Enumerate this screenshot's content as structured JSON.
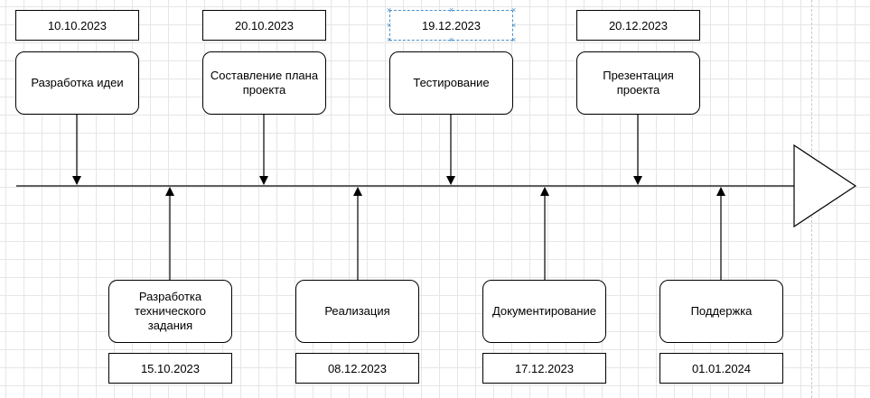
{
  "timeline": {
    "events_top": [
      {
        "label": "Разработка идеи",
        "date": "10.10.2023"
      },
      {
        "label": "Составление плана\nпроекта",
        "date": "20.10.2023"
      },
      {
        "label": "Тестирование",
        "date": "19.12.2023"
      },
      {
        "label": "Презентация\nпроекта",
        "date": "20.12.2023"
      }
    ],
    "events_bottom": [
      {
        "label": "Разработка\nтехнического\nзадания",
        "date": "15.10.2023"
      },
      {
        "label": "Реализация",
        "date": "08.12.2023"
      },
      {
        "label": "Документирование",
        "date": "17.12.2023"
      },
      {
        "label": "Поддержка",
        "date": "01.01.2024"
      }
    ],
    "selected_element": "date-19.12.2023",
    "colors": {
      "stroke": "#000000",
      "selection": "#4a90c8",
      "grid": "#e6e6e6"
    }
  }
}
